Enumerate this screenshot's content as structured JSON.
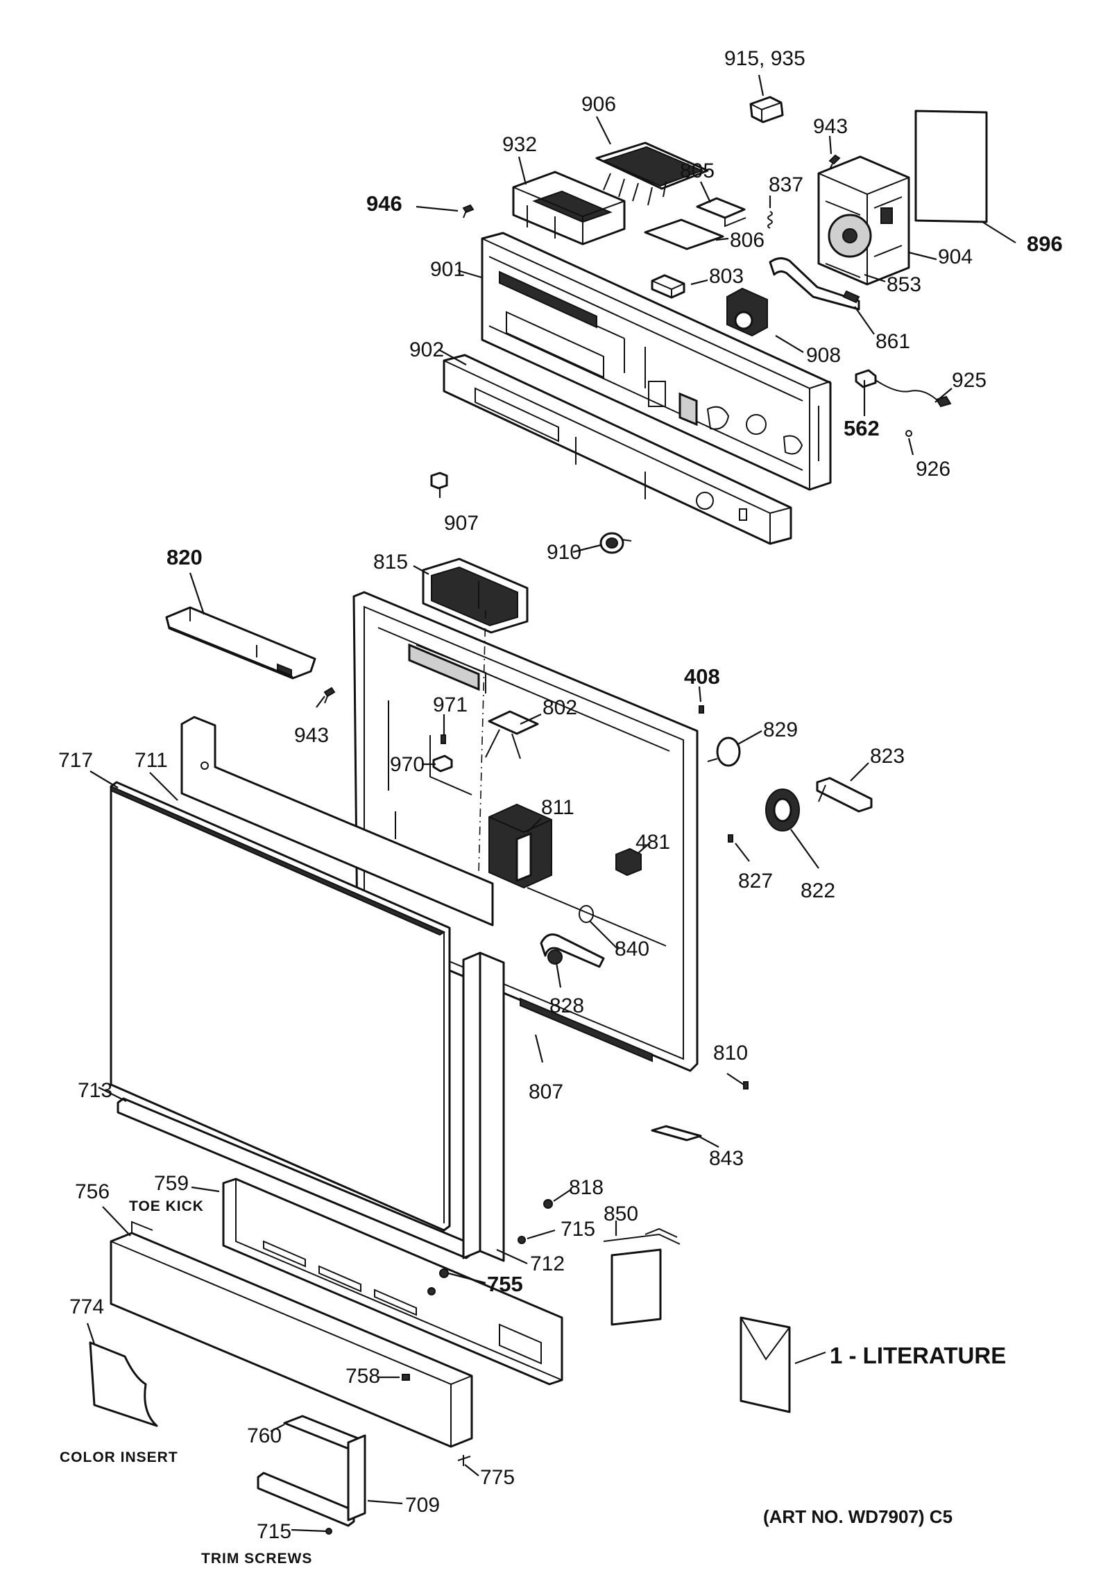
{
  "labels": {
    "p915": "915, 935",
    "p906": "906",
    "p943a": "943",
    "p896": "896",
    "p932": "932",
    "p805": "805",
    "p837": "837",
    "p946": "946",
    "p806": "806",
    "p904": "904",
    "p901": "901",
    "p803": "803",
    "p853": "853",
    "p861": "861",
    "p908": "908",
    "p902": "902",
    "p925": "925",
    "p562": "562",
    "p926": "926",
    "p907": "907",
    "p910": "910",
    "p820": "820",
    "p815": "815",
    "p408": "408",
    "p943b": "943",
    "p971": "971",
    "p802": "802",
    "p829": "829",
    "p823": "823",
    "p717": "717",
    "p711": "711",
    "p970": "970",
    "p811": "811",
    "p481": "481",
    "p827": "827",
    "p822": "822",
    "p840": "840",
    "p828": "828",
    "p810": "810",
    "p713": "713",
    "p807": "807",
    "p843": "843",
    "p759": "759",
    "p818": "818",
    "p756": "756",
    "p850": "850",
    "p715a": "715",
    "p712": "712",
    "p755": "755",
    "p774": "774",
    "p758": "758",
    "p760": "760",
    "p775": "775",
    "p709": "709",
    "p715b": "715",
    "p1": "1 - LITERATURE"
  },
  "captions": {
    "toe_kick": "TOE KICK",
    "color_insert": "COLOR INSERT",
    "trim_screws": "TRIM SCREWS"
  },
  "art_number": "(ART NO. WD7907) C5"
}
